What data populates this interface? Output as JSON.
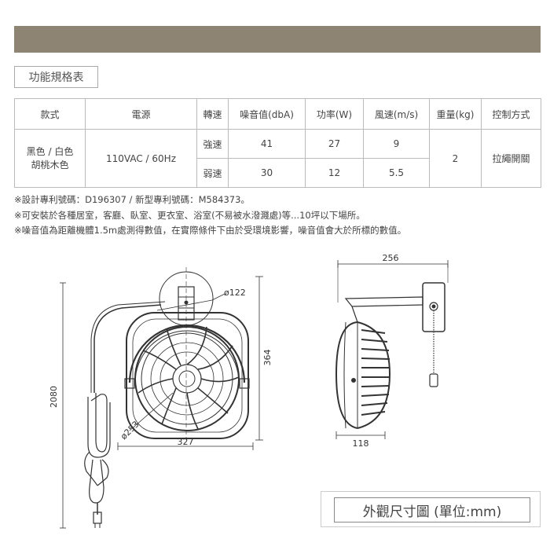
{
  "header": {
    "bar_color": "#8e8474"
  },
  "section_tag": "功能規格表",
  "table": {
    "headers": [
      "款式",
      "電源",
      "轉速",
      "噪音值(dbA)",
      "功率(W)",
      "風速(m/s)",
      "重量(kg)",
      "控制方式"
    ],
    "style_line1": "黑色 / 白色",
    "style_line2": "胡桃木色",
    "power": "110VAC / 60Hz",
    "rows": [
      {
        "speed": "強速",
        "noise": "41",
        "watt": "27",
        "wind": "9"
      },
      {
        "speed": "弱速",
        "noise": "30",
        "watt": "12",
        "wind": "5.5"
      }
    ],
    "weight": "2",
    "control": "拉繩開關"
  },
  "notes": [
    "※設計專利號碼：D196307 / 新型專利號碼：M584373。",
    "※可安裝於各種居室，客廳、臥室、更衣室、浴室(不易被水潑濺處)等...10坪以下場所。",
    "※噪音值為距離機體1.5m處測得數值，在實際條件下由於受環境影響，噪音值會大於所標的數值。"
  ],
  "dimensions": {
    "cord_length": "2080",
    "diameter_guard": "ø122",
    "diameter_fan": "ø253",
    "height": "364",
    "width": "327",
    "depth_arm": "256",
    "depth_body": "118"
  },
  "caption": "外觀尺寸圖 (單位:mm)"
}
